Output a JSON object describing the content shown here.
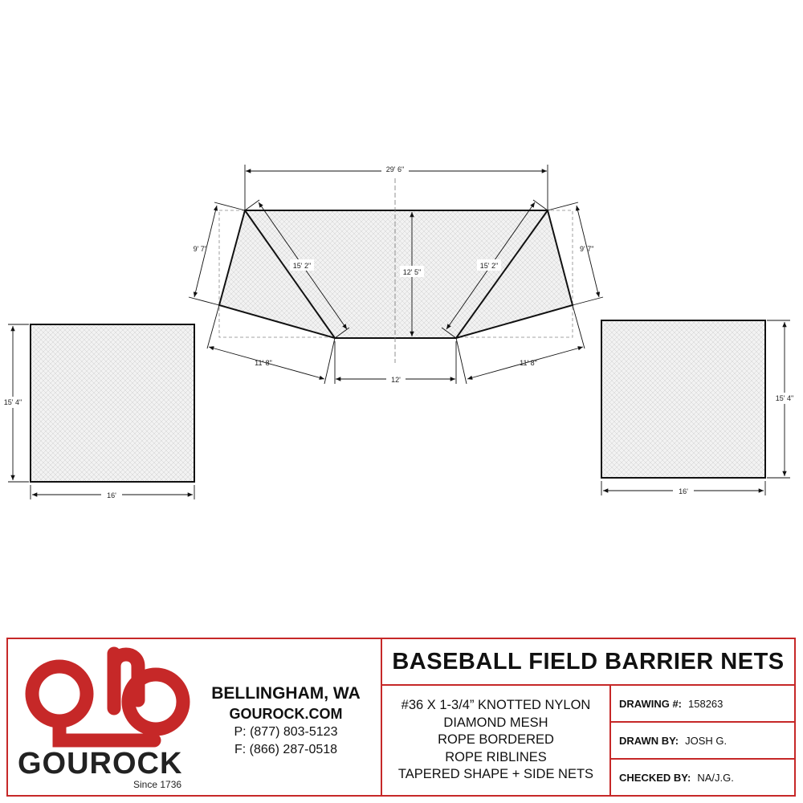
{
  "dimensions": {
    "top_width": "29' 6\"",
    "left_slant": "9' 7\"",
    "right_slant": "9' 7\"",
    "left_diag": "15' 2\"",
    "right_diag": "15' 2\"",
    "center_height": "12' 5\"",
    "left_bottom_side": "11' 8\"",
    "right_bottom_side": "11' 8\"",
    "bottom_width": "12'",
    "left_net_height": "15' 4\"",
    "left_net_width": "16'",
    "right_net_height": "15' 4\"",
    "right_net_width": "16'"
  },
  "title_block": {
    "title": "BASEBALL FIELD BARRIER NETS",
    "city": "BELLINGHAM, WA",
    "website": "GOUROCK.COM",
    "phone": "P: (877) 803-5123",
    "fax": "F: (866) 287-0518",
    "brand": "GOUROCK",
    "since": "Since 1736",
    "description": [
      "#36 X 1-3/4” KNOTTED NYLON",
      "DIAMOND MESH",
      "ROPE BORDERED",
      "ROPE RIBLINES",
      "TAPERED SHAPE + SIDE NETS"
    ],
    "drawing_label": "DRAWING #:",
    "drawing_value": "158263",
    "drawn_label": "DRAWN BY:",
    "drawn_value": "JOSH G.",
    "checked_label": "CHECKED BY:",
    "checked_value": "NA/J.G."
  },
  "colors": {
    "brand_red": "#c62828",
    "mesh_fill": "#efefef",
    "line": "#111111"
  }
}
